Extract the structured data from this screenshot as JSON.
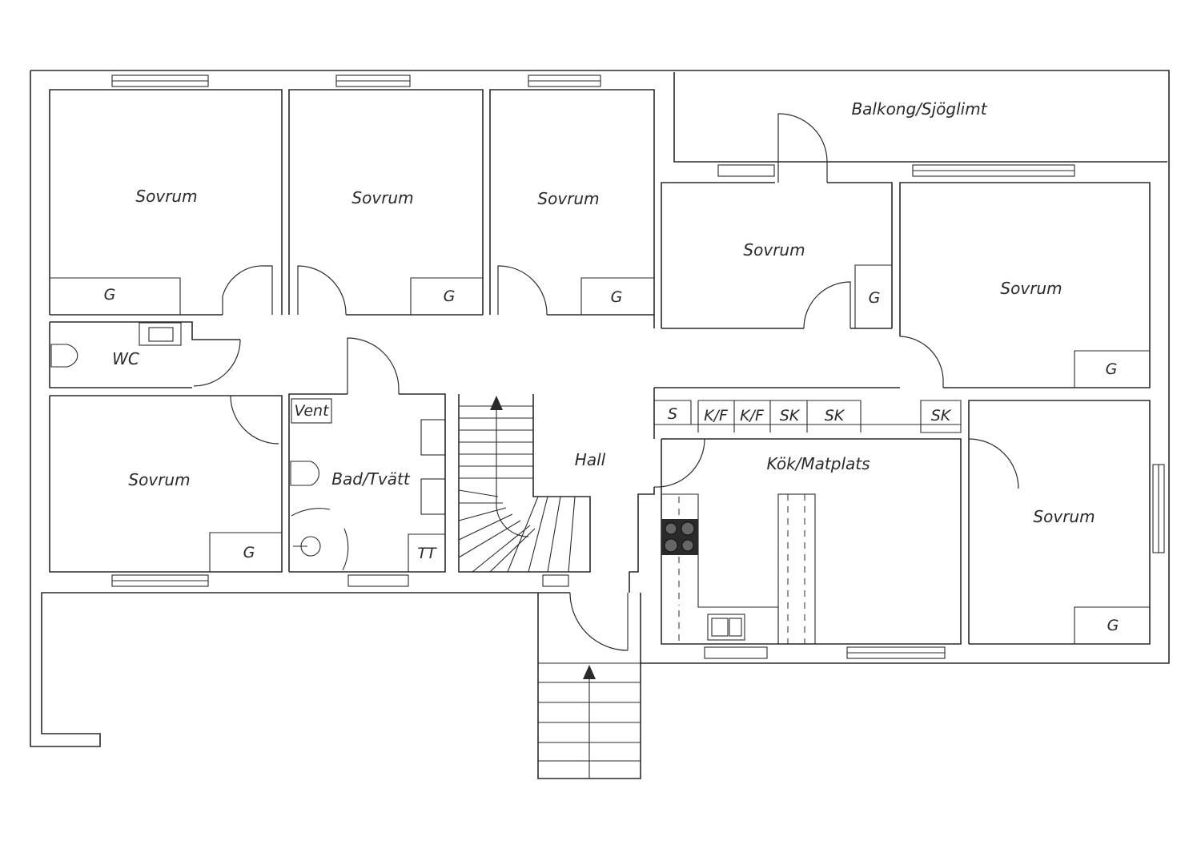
{
  "plan": {
    "balcony": "Balkong/Sjöglimt",
    "bedroom": "Sovrum",
    "wardrobe": "G",
    "wc": "WC",
    "bathroom": "Bad/Tvätt",
    "vent": "Vent",
    "dryer": "TT",
    "hall": "Hall",
    "kitchen": "Kök/Matplats",
    "storage_s": "S",
    "fridge_freezer": "K/F",
    "cabinet": "SK"
  },
  "colors": {
    "line": "#2a2a2a",
    "background": "#ffffff",
    "hob": "#2a2a2a"
  },
  "icons": [
    "toilet-icon",
    "sink-icon",
    "shower-icon",
    "stove-icon",
    "kitchen-sink-icon",
    "stair-arrow-icon"
  ]
}
